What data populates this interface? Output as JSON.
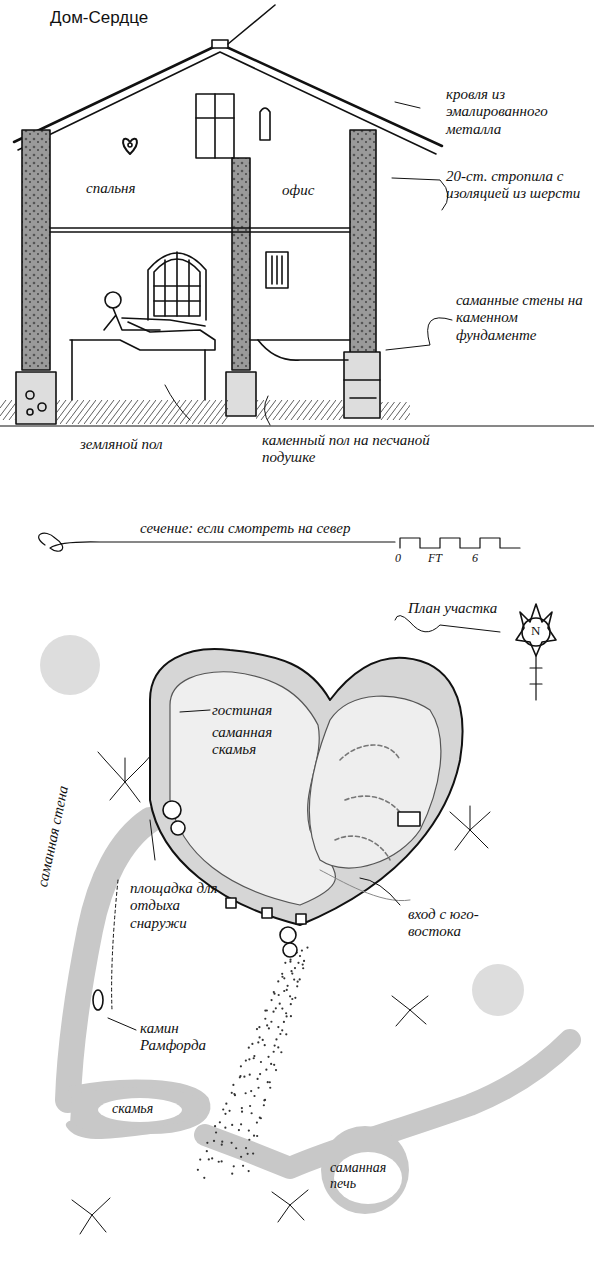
{
  "diagram": {
    "title": "Дом-Сердце",
    "labels": [
      "кровля из эмалированного металла",
      "20-ст. стропила с изоляцией из шерсти",
      "спальня",
      "офис",
      "саманные стены на каменном фундаменте",
      "земляной пол",
      "каменный пол на песчаной подушке",
      "сечение: если смотреть на север",
      "0",
      "FT",
      "6",
      "План участка",
      "N",
      "гостиная",
      "саманная скамья",
      "площадка для отдыха снаружи",
      "вход с юго-востока",
      "саманная стена",
      "камин Рамфорда",
      "скамья",
      "саманная печь"
    ]
  }
}
